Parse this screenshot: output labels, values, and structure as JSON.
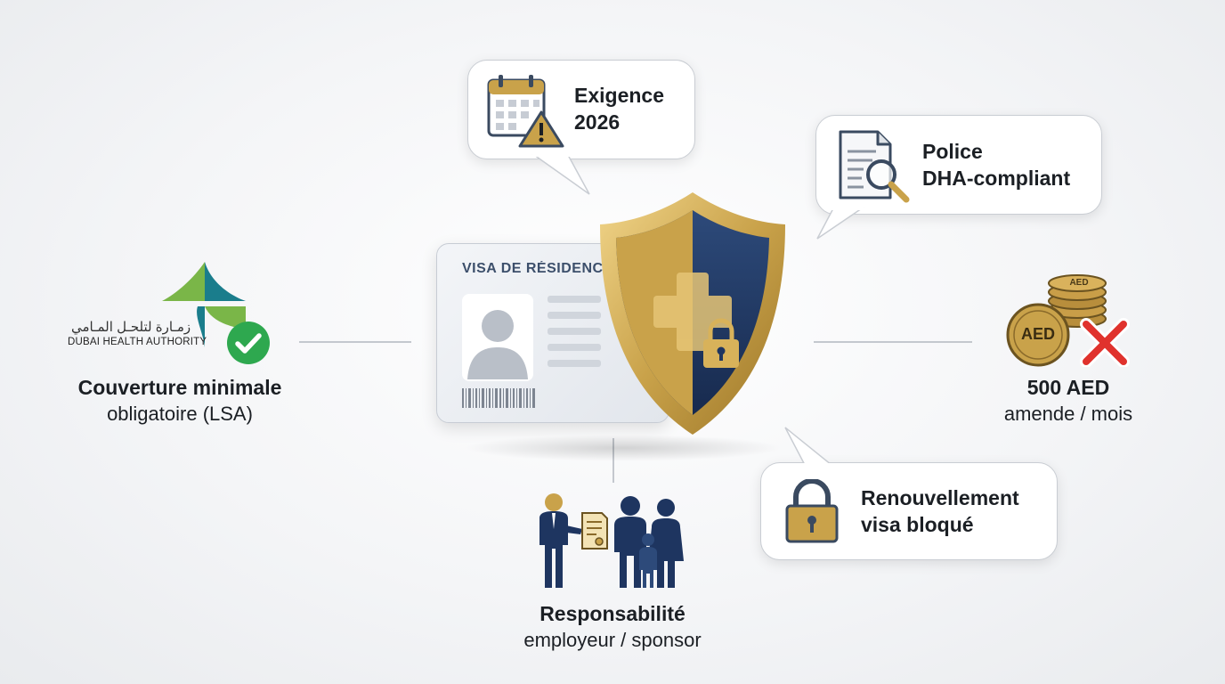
{
  "health_authority": {
    "name_arabic": "زمـارة لتلحـل المـامي",
    "name_english": "DUBAI HEALTH AUTHORITY"
  },
  "left_panel": {
    "title": "Couverture minimale",
    "subtitle": "obligatoire (LSA)"
  },
  "visa_card": {
    "title": "VISA DE RÉSIDENCE"
  },
  "bubbles": {
    "requirement": {
      "line1": "Exigence",
      "line2": "2026"
    },
    "policy": {
      "line1": "Police",
      "line2": "DHA-compliant"
    },
    "renewal": {
      "line1": "Renouvellement",
      "line2": "visa bloqué"
    }
  },
  "fine": {
    "coin_label": "AED",
    "stack_label": "AED",
    "amount": "500 AED",
    "period": "amende / mois"
  },
  "responsibility": {
    "title": "Responsabilité",
    "subtitle": "employeur / sponsor"
  },
  "colors": {
    "gold": "#c9a24a",
    "navy": "#1e3560",
    "green_check": "#2ea84f",
    "red_cross": "#e0322d",
    "dha_green": "#7ab648",
    "dha_teal": "#1a7d8c"
  },
  "icons": [
    "calendar-warning-icon",
    "document-search-icon",
    "padlock-icon",
    "shield-cross-lock-icon",
    "coins-no-icon",
    "family-sponsor-icon",
    "check-icon"
  ]
}
